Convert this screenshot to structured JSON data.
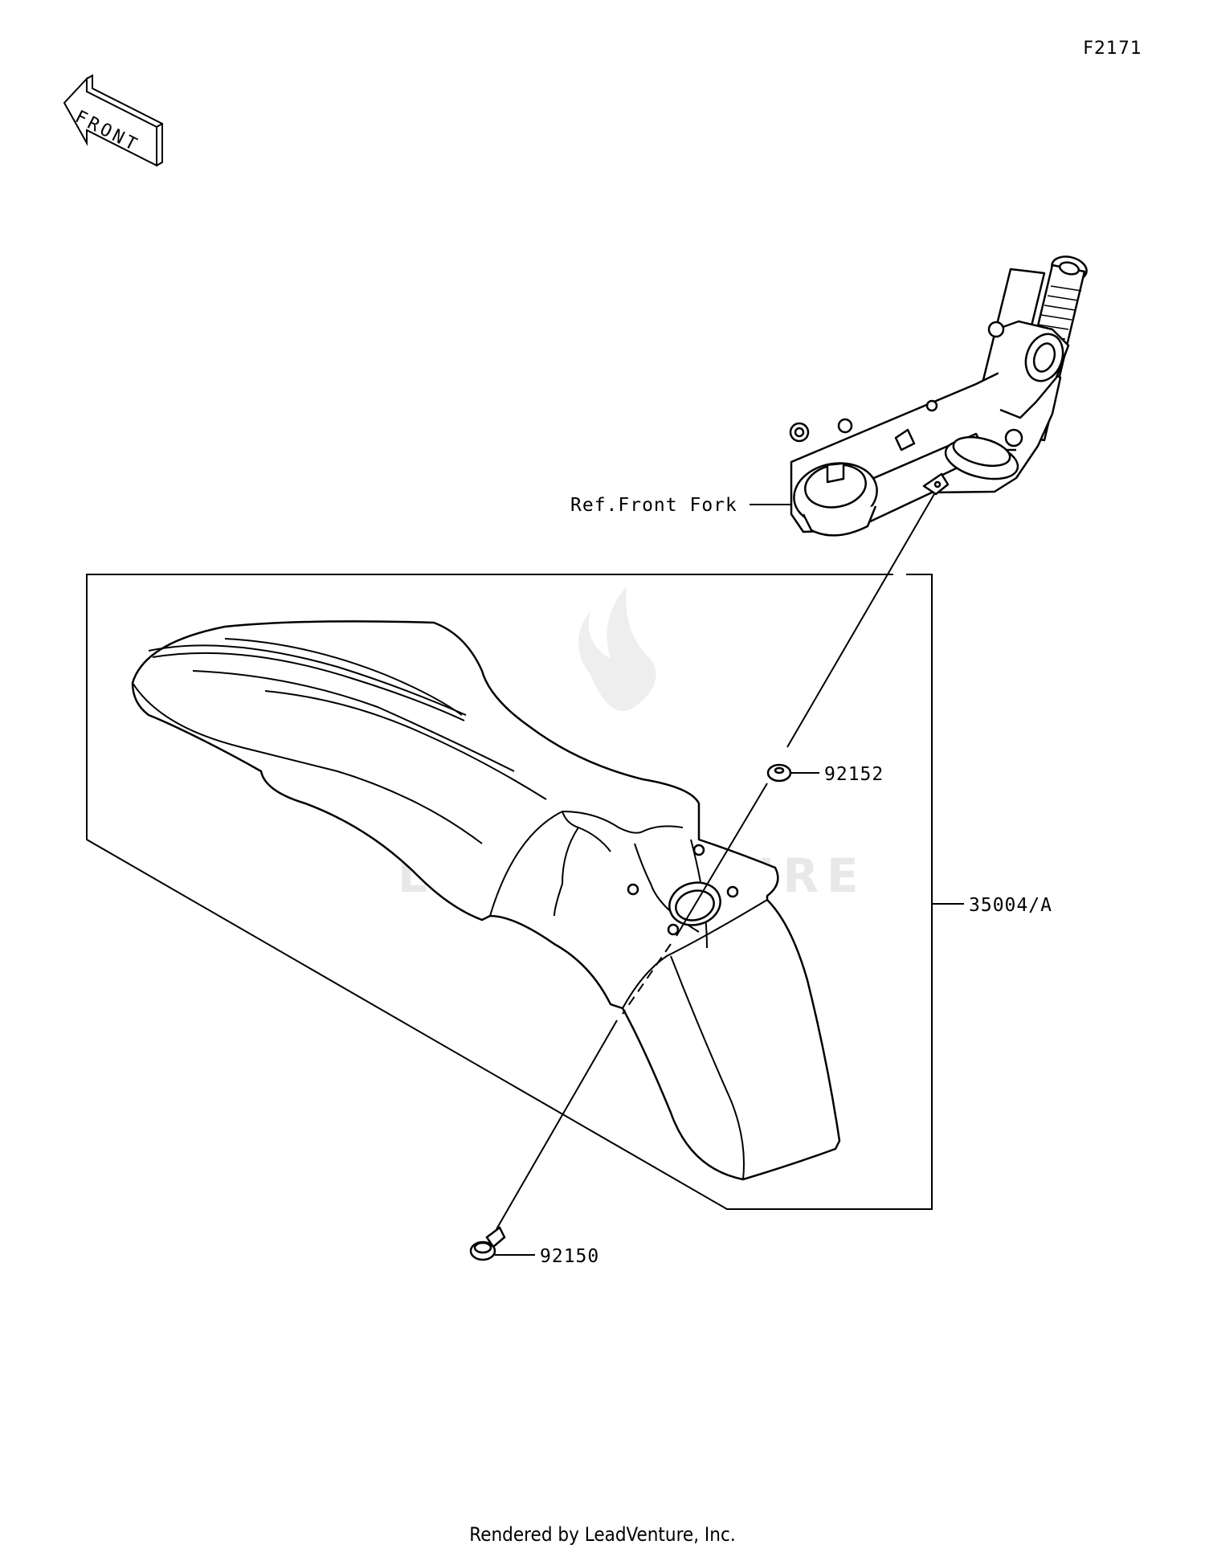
{
  "figure_code": "F2171",
  "front_arrow_label": "FRONT",
  "watermark": "LEADVENTURE",
  "callouts": {
    "ref_front_fork": "Ref.Front Fork",
    "part_92152": "92152",
    "part_35004": "35004/A",
    "part_92150": "92150"
  },
  "footer": "Rendered by LeadVenture, Inc."
}
